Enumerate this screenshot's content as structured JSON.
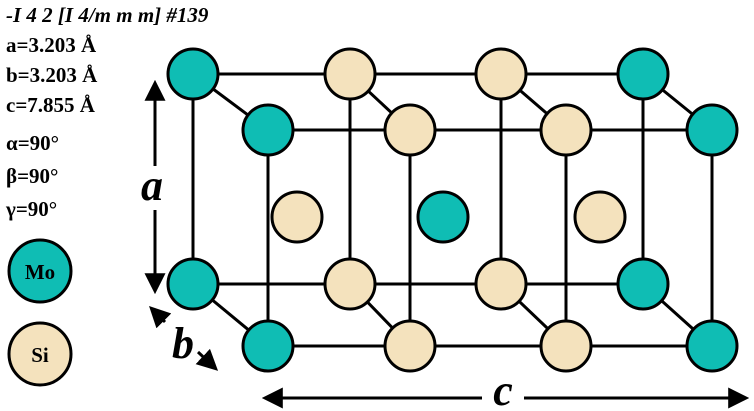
{
  "header": {
    "space_group": "-I 4 2 [I 4/m m m] #139"
  },
  "lattice": {
    "a": "a=3.203 Å",
    "b": "b=3.203 Å",
    "c": "c=7.855 Å",
    "alpha": "α=90°",
    "beta": "β=90°",
    "gamma": "γ=90°"
  },
  "legend": {
    "mo": {
      "label": "Mo",
      "color": "#0fbdb4"
    },
    "si": {
      "label": "Si",
      "color": "#f4e2bd"
    }
  },
  "axes": {
    "a": "a",
    "b": "b",
    "c": "c"
  },
  "colors": {
    "bond": "#000000",
    "atom_outline": "#000000"
  }
}
